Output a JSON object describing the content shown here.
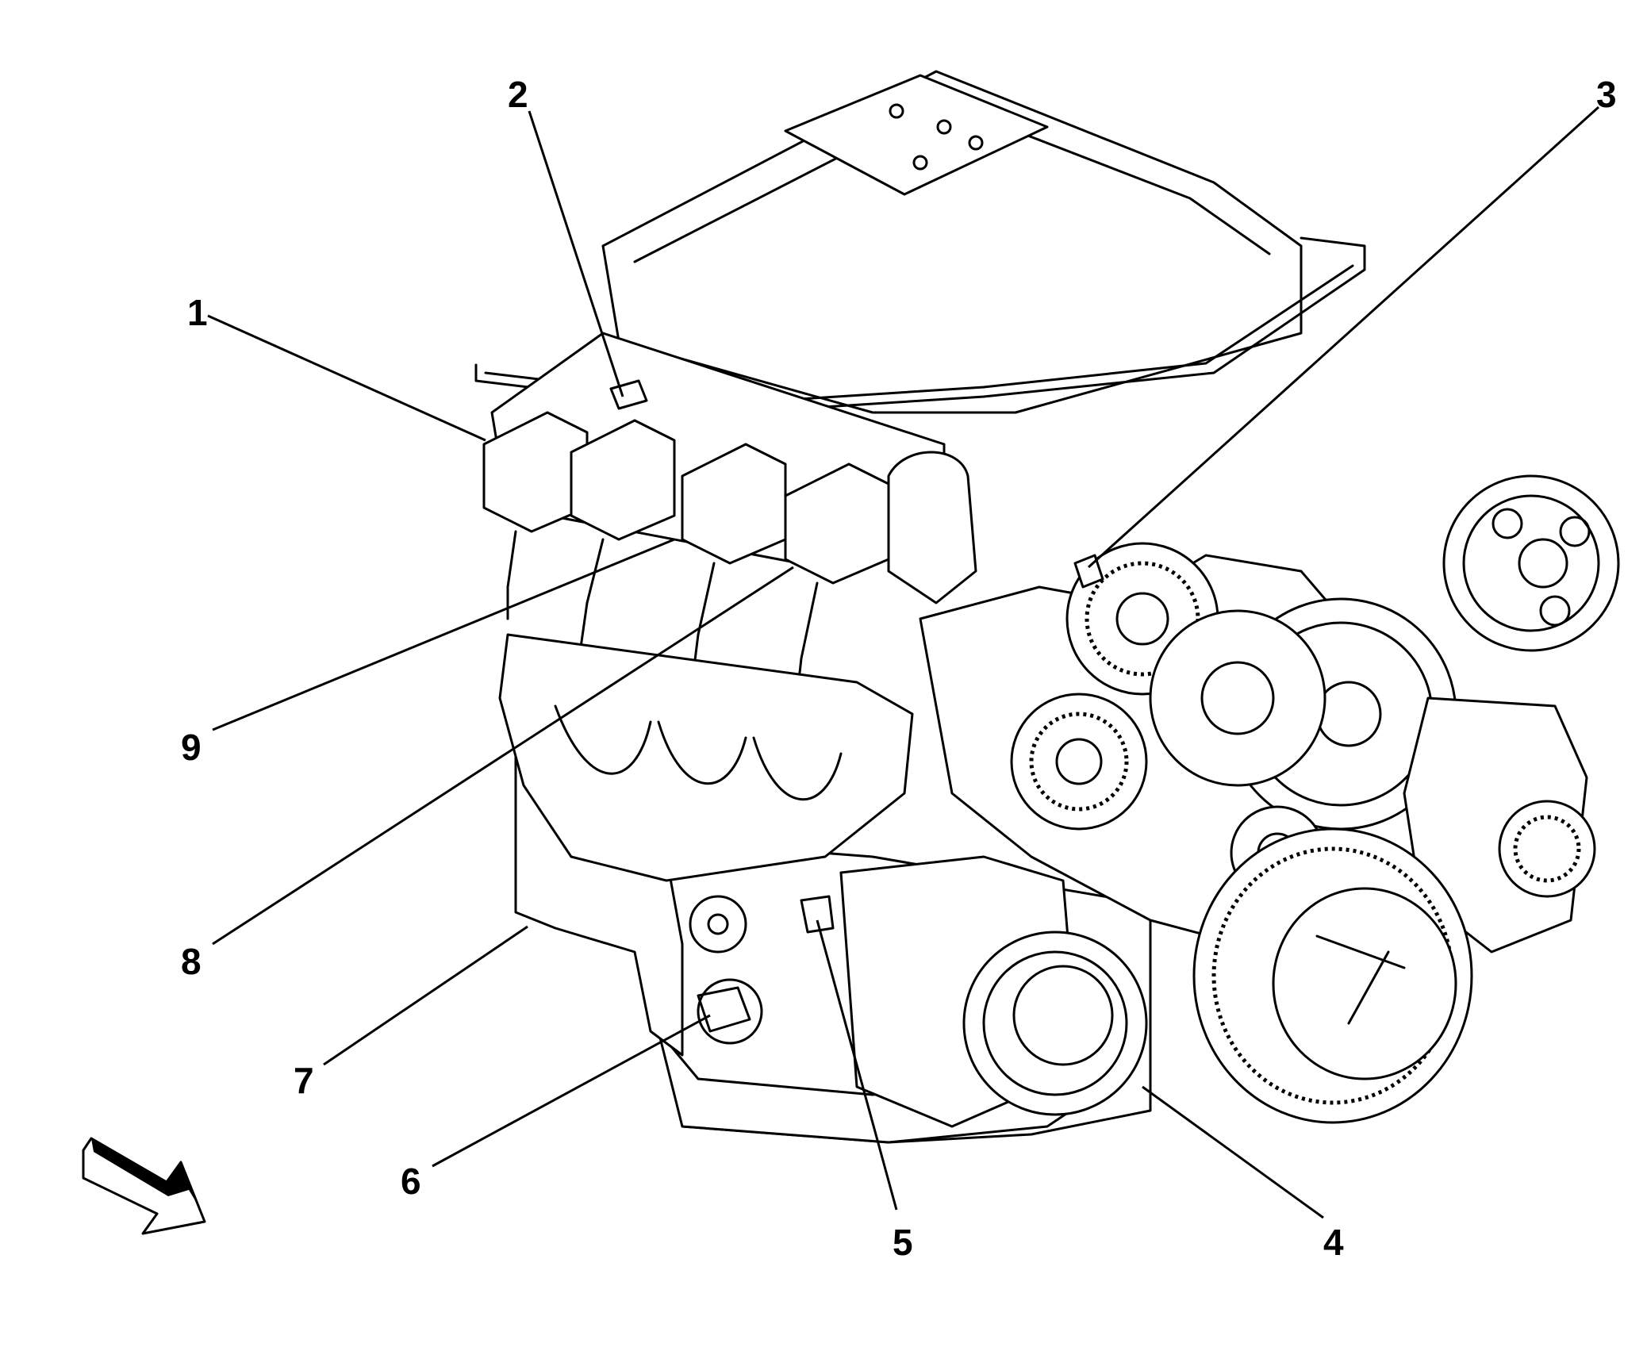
{
  "callouts": [
    {
      "id": "1",
      "label": "1"
    },
    {
      "id": "2",
      "label": "2"
    },
    {
      "id": "3",
      "label": "3"
    },
    {
      "id": "4",
      "label": "4"
    },
    {
      "id": "5",
      "label": "5"
    },
    {
      "id": "6",
      "label": "6"
    },
    {
      "id": "7",
      "label": "7"
    },
    {
      "id": "8",
      "label": "8"
    },
    {
      "id": "9",
      "label": "9"
    }
  ],
  "colors": {
    "line": "#000000",
    "background": "#ffffff"
  },
  "icons": {
    "view_direction": "arrow-icon"
  }
}
